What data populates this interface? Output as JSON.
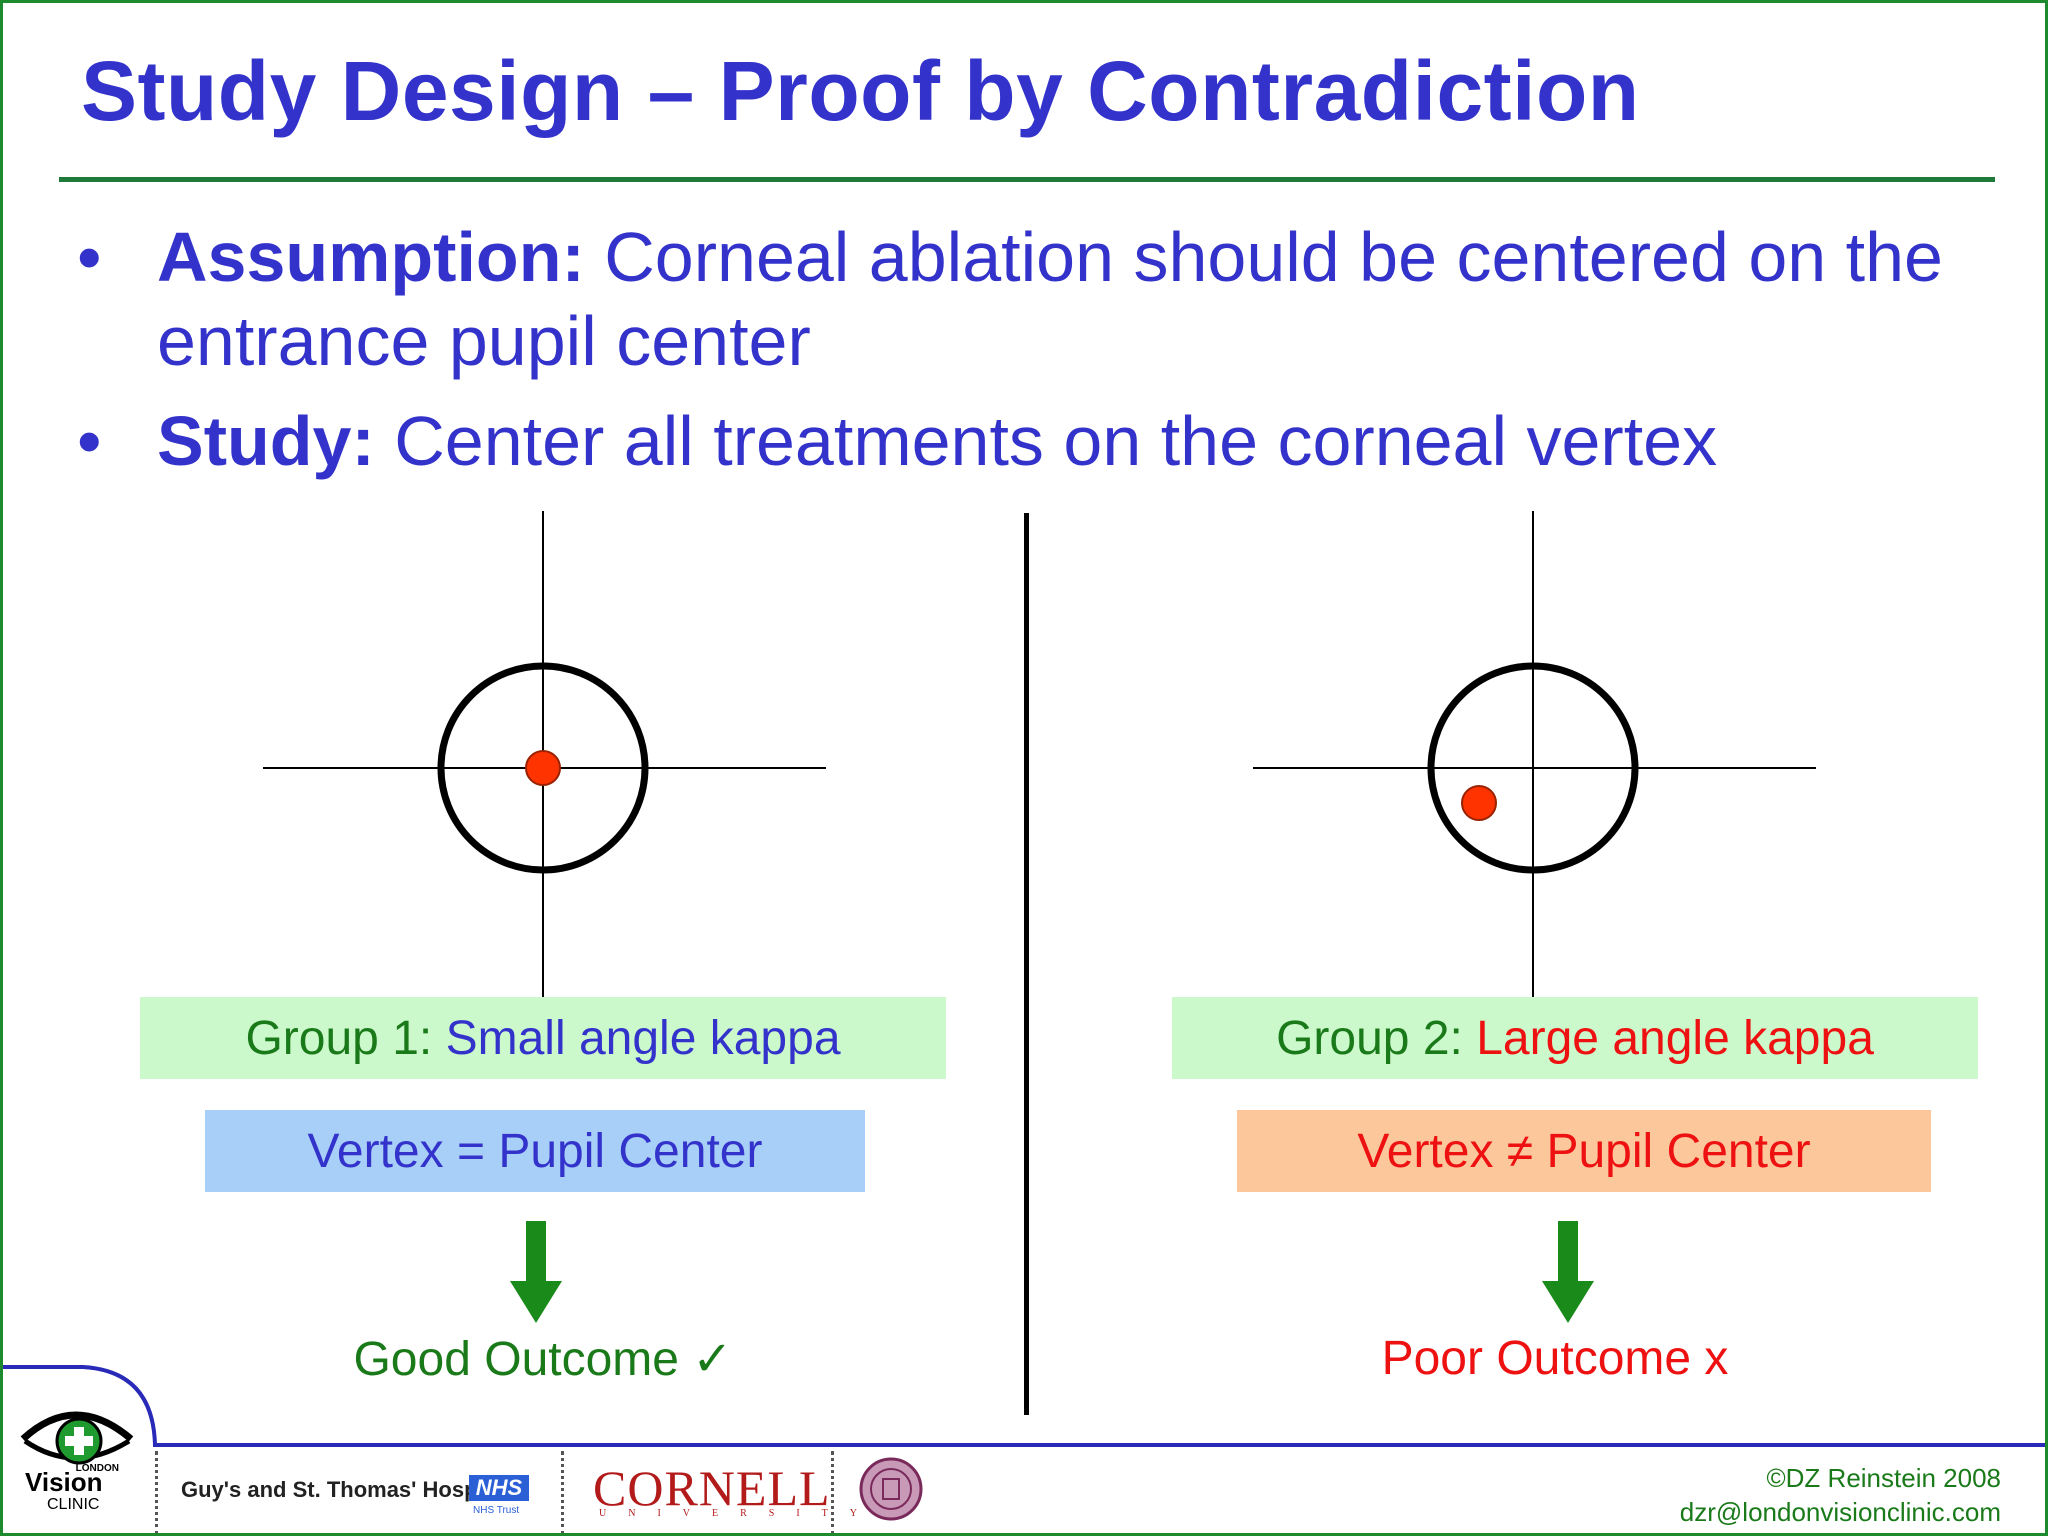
{
  "title": "Study Design – Proof by Contradiction",
  "bullets": [
    {
      "symbol": "•",
      "label": "Assumption:",
      "text": " Corneal ablation should be centered on the entrance pupil center"
    },
    {
      "symbol": "•",
      "label": "Study:",
      "text": " Center all treatments on the corneal vertex"
    }
  ],
  "left_panel": {
    "group_prefix": "Group 1: ",
    "group_label": "Small angle kappa",
    "vertex_text": "Vertex = Pupil Center",
    "outcome": "Good Outcome ✓",
    "vertex_box_color": "#a8cff7",
    "vertex_text_color": "#3333cc",
    "group_label_color": "#3333cc",
    "outcome_color": "#1a7a1a"
  },
  "right_panel": {
    "group_prefix": "Group 2: ",
    "group_label": "Large angle kappa",
    "vertex_text": "Vertex ≠ Pupil Center",
    "outcome": "Poor Outcome x",
    "vertex_box_color": "#fcc79b",
    "vertex_text_color": "#ee1111",
    "group_label_color": "#ee1111",
    "outcome_color": "#ee1111"
  },
  "colors": {
    "title": "#3333cc",
    "border": "#1e8a2e",
    "pupil_dot": "#ff3300",
    "arrow": "#1a8a1a",
    "group_box": "#ccf9cc"
  },
  "footer": {
    "clinic_logo_word_top": "LONDON",
    "clinic_logo_word_main": "Vision",
    "clinic_logo_word_bottom": "CLINIC",
    "hospital": "Guy's and St. Thomas' Hospital",
    "nhs": "NHS",
    "nhs_trust": "NHS Trust",
    "university": "CORNELL",
    "university_sub": "UNIVERSITY",
    "copyright": "©DZ Reinstein 2008",
    "email": "dzr@londonvisionclinic.com"
  }
}
